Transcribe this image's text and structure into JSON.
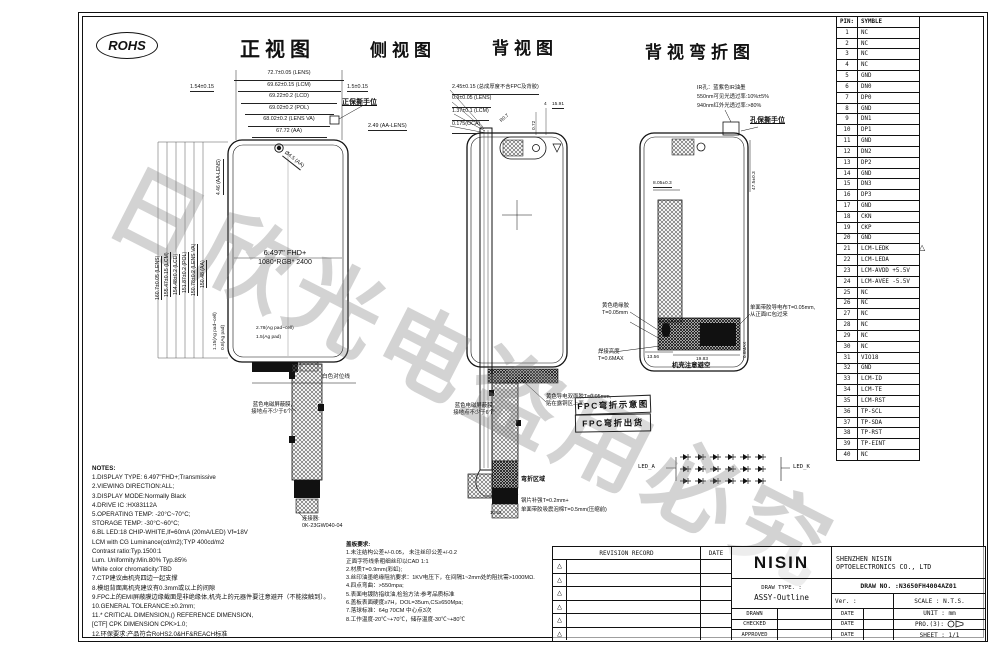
{
  "logo": "ROHS",
  "watermark": "日欣光电盗用必究",
  "view_titles": {
    "front": "正视图",
    "side": "侧视图",
    "back": "背视图",
    "bend": "背视弯折图"
  },
  "pin_table": {
    "pin_header": "PIN:",
    "symbol_header": "SYMBLE",
    "marker": "△",
    "rows": [
      {
        "pin": "1",
        "sym": "NC"
      },
      {
        "pin": "2",
        "sym": "NC"
      },
      {
        "pin": "3",
        "sym": "NC"
      },
      {
        "pin": "4",
        "sym": "NC"
      },
      {
        "pin": "5",
        "sym": "GND"
      },
      {
        "pin": "6",
        "sym": "DN0"
      },
      {
        "pin": "7",
        "sym": "DP0"
      },
      {
        "pin": "8",
        "sym": "GND"
      },
      {
        "pin": "9",
        "sym": "DN1"
      },
      {
        "pin": "10",
        "sym": "DP1"
      },
      {
        "pin": "11",
        "sym": "GND"
      },
      {
        "pin": "12",
        "sym": "DN2"
      },
      {
        "pin": "13",
        "sym": "DP2"
      },
      {
        "pin": "14",
        "sym": "GND"
      },
      {
        "pin": "15",
        "sym": "DN3"
      },
      {
        "pin": "16",
        "sym": "DP3"
      },
      {
        "pin": "17",
        "sym": "GND"
      },
      {
        "pin": "18",
        "sym": "CKN"
      },
      {
        "pin": "19",
        "sym": "CKP"
      },
      {
        "pin": "20",
        "sym": "GND"
      },
      {
        "pin": "21",
        "sym": "LCM-LEDK"
      },
      {
        "pin": "22",
        "sym": "LCM-LEDA"
      },
      {
        "pin": "23",
        "sym": "LCM-AVDD +5.5V"
      },
      {
        "pin": "24",
        "sym": "LCM-AVEE -5.5V"
      },
      {
        "pin": "25",
        "sym": "NC"
      },
      {
        "pin": "26",
        "sym": "NC"
      },
      {
        "pin": "27",
        "sym": "NC"
      },
      {
        "pin": "28",
        "sym": "NC"
      },
      {
        "pin": "29",
        "sym": "NC"
      },
      {
        "pin": "30",
        "sym": "NC"
      },
      {
        "pin": "31",
        "sym": "VIO18"
      },
      {
        "pin": "32",
        "sym": "GND"
      },
      {
        "pin": "33",
        "sym": "LCM-ID"
      },
      {
        "pin": "34",
        "sym": "LCM-TE"
      },
      {
        "pin": "35",
        "sym": "LCM-RST"
      },
      {
        "pin": "36",
        "sym": "TP-SCL"
      },
      {
        "pin": "37",
        "sym": "TP-SDA"
      },
      {
        "pin": "38",
        "sym": "TP-RST"
      },
      {
        "pin": "39",
        "sym": "TP-EINT"
      },
      {
        "pin": "40",
        "sym": "NC"
      }
    ]
  },
  "front": {
    "top_dims": [
      "72.7±0.05 (LENS)",
      "69.62±0.15 (LCM)",
      "69.22±0.2 (LCD)",
      "69.02±0.2 (POL)",
      "68.02±0.2 (LENS VA)",
      "67.72 (AA)"
    ],
    "dim_left": "1.54±0.15",
    "dim_right": "1.5±0.15",
    "tear_tab": "正保撕手位",
    "aa_lens": "2.49 (AA-LENS)",
    "left_dims": [
      "160.7±0.05 (LENS)",
      "155.47±0.15 (LCM)",
      "154.48±0.2 (LCD)",
      "151.87±0.2 (POL)",
      "150.78±0.2 (LENS VA)",
      "150.48 (AA)"
    ],
    "aa_lens_v": "4.46 (AA-LENS)",
    "camera": "Ø4.5 (AA)",
    "panel_l1": "6.497\" FHD+",
    "panel_l2": "1080*RGB* 2400",
    "ag_v1": "1.15(Ag pad~cell)",
    "ag_v2": "0.8(Ag pad)",
    "ag_h1": "2.78(Ag pad~cell)",
    "ag_h2": "1.5(Ag pad)",
    "white_line": "白色对位线",
    "emi": "蓝色电磁屏蔽膜,\n接地点不少于6个",
    "connector": "连接器:\n0K-23GW040-04"
  },
  "side": {
    "dims": [
      "2.45±0.15 (总成厚度不含FPC及背胶)",
      "0.9±0.05 (LENS)",
      "1.37±0.1 (LCM)",
      "0.175(OCA)"
    ]
  },
  "back": {
    "dim_r": "R0.7",
    "dim_1": "0.72",
    "dim_2": "4",
    "dim_3": "15.91",
    "emi": "蓝色电磁屏蔽膜,\n接地点不少于6个",
    "tape": "黄色导电双面胶T=0.05mm,\n贴在露铜区上面",
    "bend_zone": "弯折区域",
    "stiffener": "钢片补强T=0.2mm+",
    "foam": "单面带胶吸震泡棉T=0.5mm(压缩前)",
    "dim_4": "10.52"
  },
  "bend": {
    "ir_note": "IR孔：蓝紫色IR油墨\n550nm可见光透过率:10%±5%\n940nm红外光透过率:>80%",
    "tear_tab": "孔保撕手位",
    "dim_top": "8.05±0.3",
    "dim_right": "47.5±0.3",
    "insulation": "黄色绝缘胶\nT=0.05mm",
    "solder": "焊接高度\nT=0.6MAX",
    "solder_v": "0.6MAX",
    "cloth": "单面带胶导电布T=0.05mm,\n从正面IC包过来",
    "avoid": "机壳注意避空",
    "dim_b1": "13.56",
    "dim_b2": "19.83"
  },
  "stamps": {
    "line1": "FPC弯折示意图",
    "line2": "FPC弯折出货"
  },
  "led": {
    "anode": "LED_A",
    "cathode": "LED_K"
  },
  "notes": {
    "title": "NOTES:",
    "lines": [
      "1.DISPLAY TYPE: 6.497\"FHD+;Transmissive",
      "2.VIEWING DIRECTION:ALL;",
      "3.DISPLAY MODE:Normally Black",
      "4.DRIVE IC :HX83112A",
      "5.OPERATING TEMP: -20°C~70°C;",
      "  STORAGE TEMP: -30°C~60°C;",
      "6.BL LED:18 CHIP-WHITE,If=60mA (20mA/LED) Vf=18V",
      "  LCM with CG Luminance(cd/m2);TYP 400cd/m2",
      "  Contrast ratio:Typ.1500:1",
      "  Lum. Uniformity:Min.80% Typ.85%",
      "  White color chromaticity:TBD",
      "7.CTP建议由机壳四边一起支撑",
      "8.模组背面离机壳建议有0.3mm或以上的间隙",
      "9.FPC上的EMI屏蔽膜边缘截面是非绝缘体,机壳上的元器件要注意避开（不能接触到）。",
      "10.GENERAL TOLERANCE:±0.2mm;",
      "11.* CRITICAL DIMENSION,() REFERENCE DIMENSION,",
      "  [CTF] CPK DIMENSION CPK>1.0;",
      "12.环保要求:产品符合RoHS2.0&HF&REACH标准"
    ]
  },
  "cover_notes": {
    "title": "盖板要求:",
    "lines": [
      "1.未注结构公差+/-0.05， 未注丝印公差+/-0.2",
      "  正面字符线条粗细丝印以CAD 1:1",
      "2.材质T=0.9mm(彩虹);",
      "3.丝印油墨绝缘阻抗要求：1KV电压下，在间隔1~2mm处的阻抗需>1000MΩ.",
      "4.四点弯曲：>550mpa;",
      "5.表面电镀防指纹油,检验方法:参考品质标准",
      "6.盖板表面硬度≥7H，DOL=35um,CS≥650Mpa;",
      "7.落球标准：64g 70CM 中心点3次",
      "8.工作温度-20℃~+70℃，储存温度-30℃~+80℃"
    ]
  },
  "title_block": {
    "revision_header": "REVISION RECORD",
    "date_header": "DATE",
    "triangle": "△",
    "company_logo": "NISIN",
    "company_name": "SHENZHEN NISIN\nOPTOELECTRONICS CO., LTD",
    "draw_type_label": "DRAW TYPE. :",
    "draw_type": "ASSY-Outline",
    "draw_no": "DRAW NO. :N3650FH4004AZ01",
    "ver_label": "Ver. :",
    "scale": "SCALE : N.T.S.",
    "drawn": "DRAWN",
    "checked": "CHECKED",
    "approved": "APPROVED",
    "date_label": "DATE",
    "unit": "UNIT : mm",
    "proj_label": "PRO.(3):",
    "sheet": "SHEET : 1/1"
  }
}
